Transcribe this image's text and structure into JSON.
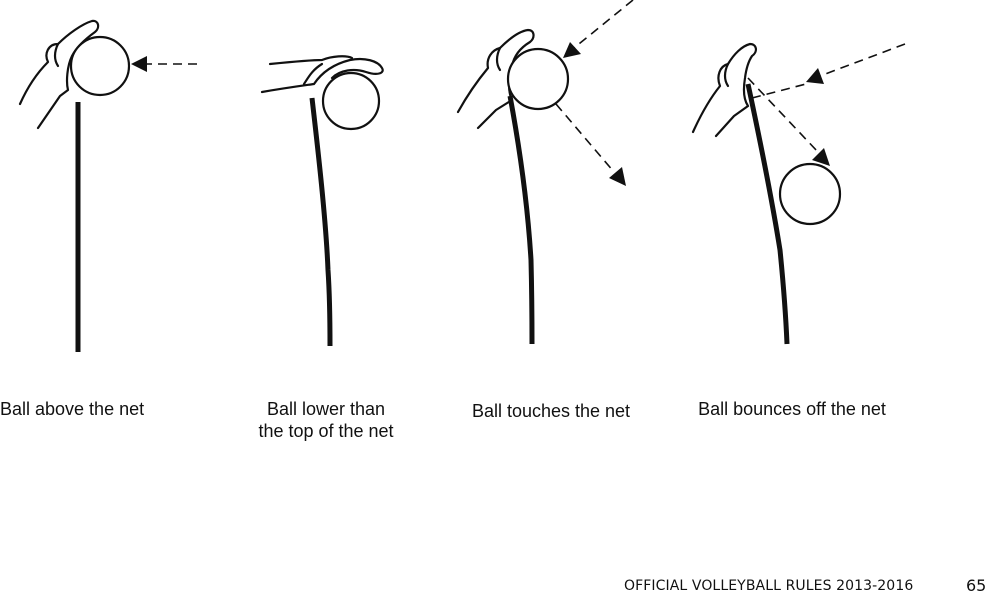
{
  "figures": [
    {
      "caption_lines": [
        "Ball above the net"
      ]
    },
    {
      "caption_lines": [
        "Ball lower than",
        "the top of the net"
      ]
    },
    {
      "caption_lines": [
        "Ball touches the net"
      ]
    },
    {
      "caption_lines": [
        "Ball bounces off the net"
      ]
    }
  ],
  "footer": {
    "title": "OFFICIAL VOLLEYBALL RULES 2013-2016",
    "page_number": "65"
  }
}
